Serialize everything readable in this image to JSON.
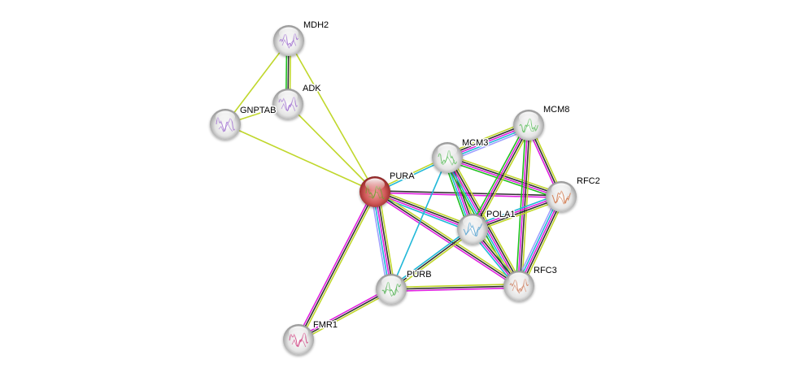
{
  "title": "STRING protein interaction network",
  "query_node": "PURA",
  "edge_colors": {
    "textmining": "#c0d72b",
    "coexpression": "#333333",
    "experiments": "#e020e0",
    "databases": "#20b8d8",
    "neighborhood": "#20c020",
    "homology": "#a0a0ff"
  },
  "node_colors": {
    "query": "#d04040",
    "default": "#e0e0e0"
  },
  "nodes": [
    {
      "id": "MDH2",
      "label": "MDH2",
      "query": false,
      "struct_color": "#a070d0"
    },
    {
      "id": "ADK",
      "label": "ADK",
      "query": false,
      "struct_color": "#a070d0"
    },
    {
      "id": "GNPTAB",
      "label": "GNPTAB",
      "query": false,
      "struct_color": "#a070d0"
    },
    {
      "id": "PURA",
      "label": "PURA",
      "query": true,
      "struct_color": "#70a030"
    },
    {
      "id": "MCM3",
      "label": "MCM3",
      "query": false,
      "struct_color": "#60c060"
    },
    {
      "id": "MCM8",
      "label": "MCM8",
      "query": false,
      "struct_color": "#60c060"
    },
    {
      "id": "RFC2",
      "label": "RFC2",
      "query": false,
      "struct_color": "#d07040"
    },
    {
      "id": "POLA1",
      "label": "POLA1",
      "query": false,
      "struct_color": "#50a0d0"
    },
    {
      "id": "PURB",
      "label": "PURB",
      "query": false,
      "struct_color": "#50b050"
    },
    {
      "id": "RFC3",
      "label": "RFC3",
      "query": false,
      "struct_color": "#d08060"
    },
    {
      "id": "FMR1",
      "label": "FMR1",
      "query": false,
      "struct_color": "#d04080"
    }
  ],
  "edges": [
    {
      "source": "MDH2",
      "target": "ADK",
      "types": [
        "textmining",
        "coexpression",
        "neighborhood"
      ]
    },
    {
      "source": "MDH2",
      "target": "GNPTAB",
      "types": [
        "textmining"
      ]
    },
    {
      "source": "MDH2",
      "target": "PURA",
      "types": [
        "textmining"
      ]
    },
    {
      "source": "ADK",
      "target": "GNPTAB",
      "types": [
        "textmining"
      ]
    },
    {
      "source": "ADK",
      "target": "PURA",
      "types": [
        "textmining"
      ]
    },
    {
      "source": "GNPTAB",
      "target": "PURA",
      "types": [
        "textmining"
      ]
    },
    {
      "source": "PURA",
      "target": "MCM3",
      "types": [
        "textmining",
        "databases"
      ]
    },
    {
      "source": "PURA",
      "target": "RFC2",
      "types": [
        "coexpression",
        "experiments"
      ]
    },
    {
      "source": "PURA",
      "target": "POLA1",
      "types": [
        "textmining",
        "coexpression",
        "experiments",
        "databases"
      ]
    },
    {
      "source": "PURA",
      "target": "RFC3",
      "types": [
        "textmining",
        "coexpression",
        "experiments"
      ]
    },
    {
      "source": "PURA",
      "target": "PURB",
      "types": [
        "textmining",
        "coexpression",
        "experiments",
        "databases",
        "homology"
      ]
    },
    {
      "source": "PURA",
      "target": "FMR1",
      "types": [
        "textmining",
        "coexpression",
        "experiments"
      ]
    },
    {
      "source": "MCM3",
      "target": "MCM8",
      "types": [
        "textmining",
        "coexpression",
        "experiments",
        "databases",
        "homology"
      ]
    },
    {
      "source": "MCM3",
      "target": "RFC2",
      "types": [
        "textmining",
        "coexpression",
        "experiments",
        "neighborhood"
      ]
    },
    {
      "source": "MCM3",
      "target": "POLA1",
      "types": [
        "textmining",
        "coexpression",
        "experiments",
        "databases",
        "neighborhood"
      ]
    },
    {
      "source": "MCM3",
      "target": "RFC3",
      "types": [
        "textmining",
        "coexpression",
        "experiments",
        "databases",
        "neighborhood"
      ]
    },
    {
      "source": "MCM3",
      "target": "PURB",
      "types": [
        "databases"
      ]
    },
    {
      "source": "MCM8",
      "target": "RFC2",
      "types": [
        "textmining",
        "coexpression",
        "experiments"
      ]
    },
    {
      "source": "MCM8",
      "target": "POLA1",
      "types": [
        "textmining",
        "coexpression",
        "experiments",
        "neighborhood"
      ]
    },
    {
      "source": "MCM8",
      "target": "RFC3",
      "types": [
        "textmining",
        "coexpression",
        "experiments",
        "neighborhood"
      ]
    },
    {
      "source": "RFC2",
      "target": "POLA1",
      "types": [
        "textmining",
        "coexpression",
        "experiments",
        "databases"
      ]
    },
    {
      "source": "RFC2",
      "target": "RFC3",
      "types": [
        "textmining",
        "coexpression",
        "experiments",
        "databases",
        "homology"
      ]
    },
    {
      "source": "POLA1",
      "target": "RFC3",
      "types": [
        "textmining",
        "coexpression",
        "experiments",
        "databases"
      ]
    },
    {
      "source": "POLA1",
      "target": "PURB",
      "types": [
        "textmining",
        "coexpression",
        "databases"
      ]
    },
    {
      "source": "PURB",
      "target": "RFC3",
      "types": [
        "textmining",
        "coexpression",
        "experiments"
      ]
    },
    {
      "source": "PURB",
      "target": "FMR1",
      "types": [
        "textmining",
        "coexpression",
        "experiments"
      ]
    }
  ]
}
